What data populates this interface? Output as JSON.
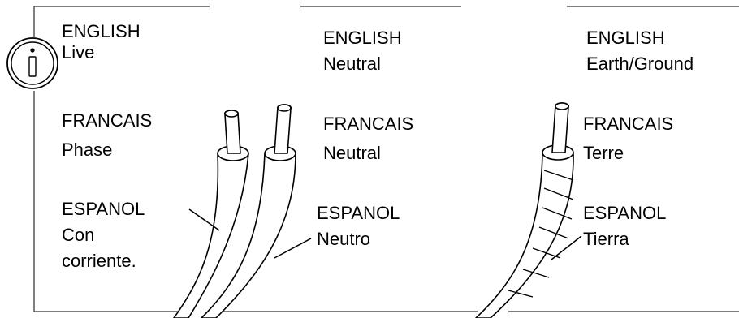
{
  "info_icon": {
    "name": "info-icon",
    "glyph": "i"
  },
  "panels": [
    {
      "id": "live",
      "english": {
        "heading": "ENGLISH",
        "value": "Live"
      },
      "francais": {
        "heading": "FRANCAIS",
        "value": "Phase"
      },
      "espanol": {
        "heading": "ESPANOL",
        "value_line1": "Con",
        "value_line2": "corriente."
      }
    },
    {
      "id": "neutral",
      "english": {
        "heading": "ENGLISH",
        "value": "Neutral"
      },
      "francais": {
        "heading": "FRANCAIS",
        "value": "Neutral"
      },
      "espanol": {
        "heading": "ESPANOL",
        "value": "Neutro"
      }
    },
    {
      "id": "earth",
      "english": {
        "heading": "ENGLISH",
        "value": "Earth/Ground"
      },
      "francais": {
        "heading": "FRANCAIS",
        "value": "Terre"
      },
      "espanol": {
        "heading": "ESPANOL",
        "value": "Tierra"
      }
    }
  ]
}
